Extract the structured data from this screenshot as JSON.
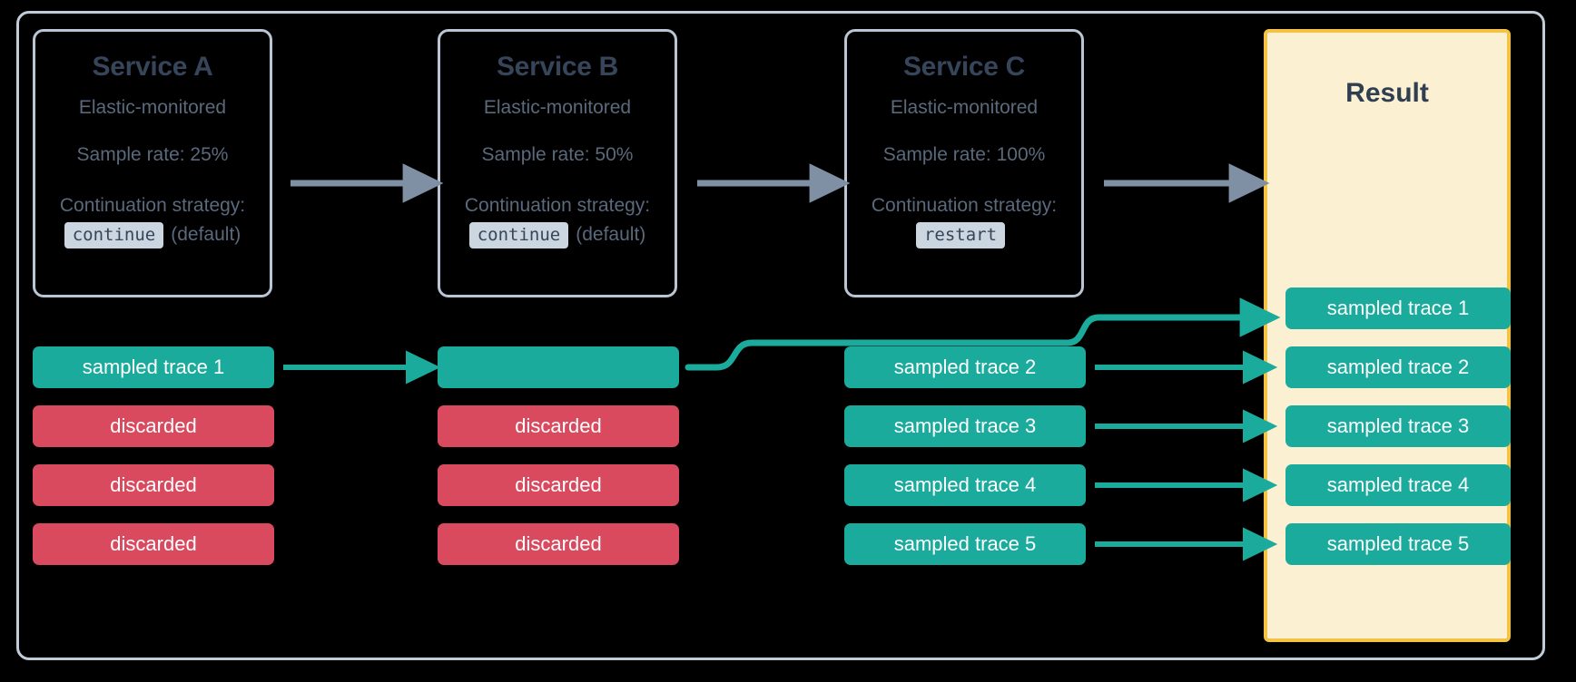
{
  "diagram": {
    "title": "Distributed tracing sampling across services",
    "colors": {
      "teal": "#1bab9c",
      "red": "#d94a5f",
      "gray_arrow": "#7f8fa4",
      "result_border": "#f5c344",
      "result_fill": "#fbf0d2",
      "box_border": "#b9c5d4",
      "text_dark": "#36455a",
      "background": "#000000"
    }
  },
  "services": [
    {
      "name": "Service A",
      "subtitle": "Elastic-monitored",
      "sample_rate": "Sample rate: 25%",
      "strategy_label": "Continuation strategy:",
      "strategy_value": "continue",
      "strategy_note": "(default)"
    },
    {
      "name": "Service B",
      "subtitle": "Elastic-monitored",
      "sample_rate": "Sample rate: 50%",
      "strategy_label": "Continuation strategy:",
      "strategy_value": "continue",
      "strategy_note": "(default)"
    },
    {
      "name": "Service C",
      "subtitle": "Elastic-monitored",
      "sample_rate": "Sample rate: 100%",
      "strategy_label": "Continuation strategy:",
      "strategy_value": "restart",
      "strategy_note": ""
    }
  ],
  "result": {
    "title": "Result",
    "traces": [
      "sampled trace 1",
      "sampled trace 2",
      "sampled trace 3",
      "sampled trace 4",
      "sampled trace 5"
    ]
  },
  "columns": {
    "service_a": [
      {
        "label": "sampled trace 1",
        "state": "sampled"
      },
      {
        "label": "discarded",
        "state": "discarded"
      },
      {
        "label": "discarded",
        "state": "discarded"
      },
      {
        "label": "discarded",
        "state": "discarded"
      }
    ],
    "service_b": [
      {
        "label": "",
        "state": "sampled"
      },
      {
        "label": "discarded",
        "state": "discarded"
      },
      {
        "label": "discarded",
        "state": "discarded"
      },
      {
        "label": "discarded",
        "state": "discarded"
      }
    ],
    "service_c": [
      {
        "label": "sampled trace 2",
        "state": "sampled"
      },
      {
        "label": "sampled trace 3",
        "state": "sampled"
      },
      {
        "label": "sampled trace 4",
        "state": "sampled"
      },
      {
        "label": "sampled trace 5",
        "state": "sampled"
      }
    ]
  }
}
